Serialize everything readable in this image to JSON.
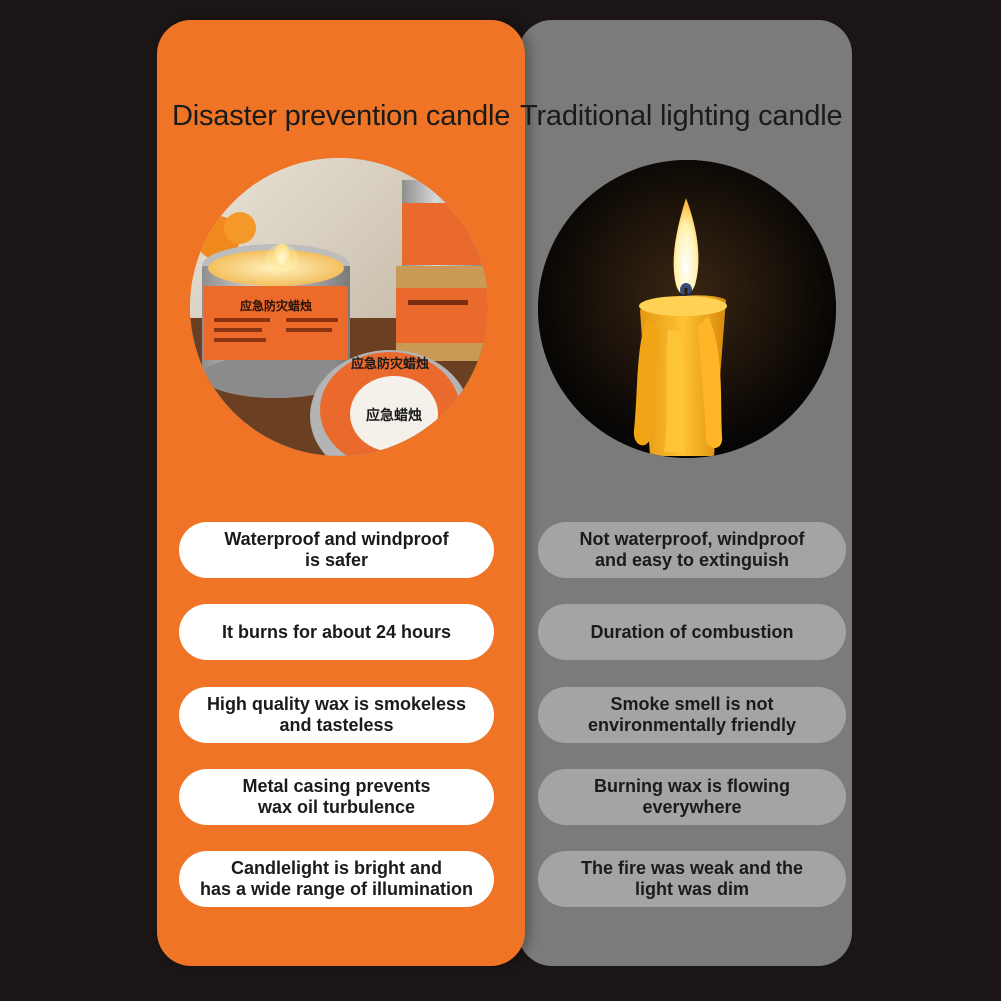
{
  "left": {
    "title": "Disaster prevention candle",
    "image_desc": "emergency-candle-tins-icon",
    "features": [
      "Waterproof and windproof\nis safer",
      "It burns for about 24 hours",
      "High quality wax is smokeless\nand tasteless",
      "Metal casing prevents\nwax oil turbulence",
      "Candlelight is bright and\nhas a wide range of illumination"
    ],
    "label_main": "应急防灾蜡烛",
    "label_lid": "应急蜡烛",
    "label_lid_ring": "应急防灾蜡烛"
  },
  "right": {
    "title": "Traditional lighting candle",
    "image_desc": "dripping-taper-candle-icon",
    "features": [
      "Not waterproof, windproof\nand easy to extinguish",
      "Duration of combustion",
      "Smoke smell is not\nenvironmentally friendly",
      "Burning wax is flowing everywhere",
      "The fire was weak and the\nlight was dim"
    ]
  },
  "colors": {
    "background": "#1b1515",
    "left_panel": "#ef7426",
    "right_panel": "#7b7b7b",
    "left_pill": "#ffffff",
    "right_pill": "#a4a4a4"
  }
}
